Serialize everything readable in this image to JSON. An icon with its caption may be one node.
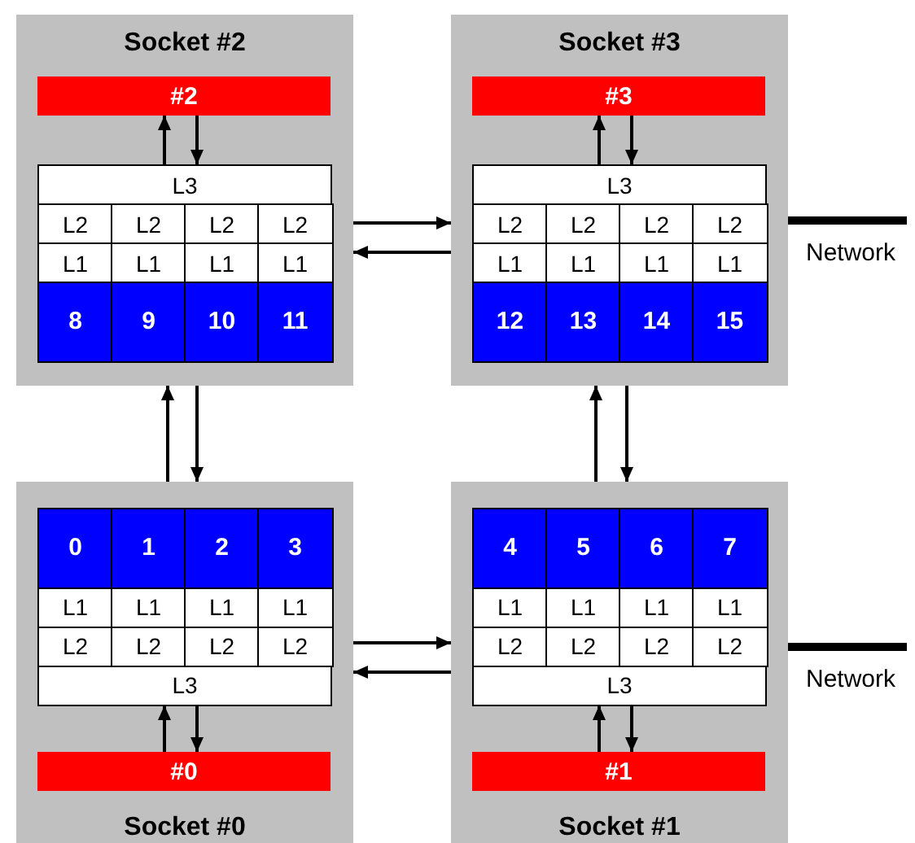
{
  "diagram": {
    "nodes": [
      {
        "text": [
          "Socket #2"
        ]
      },
      {
        "text": [
          "#2"
        ],
        "in": 0
      },
      {
        "text": [
          "L3"
        ],
        "in": 0
      },
      {
        "text": [
          "L2"
        ],
        "in": 0
      },
      {
        "text": [
          "L2"
        ],
        "in": 0
      },
      {
        "text": [
          "L2"
        ],
        "in": 0
      },
      {
        "text": [
          "L2"
        ],
        "in": 0
      },
      {
        "text": [
          "L1"
        ],
        "in": 0
      },
      {
        "text": [
          "L1"
        ],
        "in": 0
      },
      {
        "text": [
          "L1"
        ],
        "in": 0
      },
      {
        "text": [
          "L1"
        ],
        "in": 0
      },
      {
        "text": [
          "8"
        ],
        "in": 0
      },
      {
        "text": [
          "9"
        ],
        "in": 0
      },
      {
        "text": [
          "10"
        ],
        "in": 0
      },
      {
        "text": [
          "11"
        ],
        "in": 0
      },
      {
        "text": [
          "Socket #3"
        ]
      },
      {
        "text": [
          "#3"
        ],
        "in": 15
      },
      {
        "text": [
          "L3"
        ],
        "in": 15
      },
      {
        "text": [
          "L2"
        ],
        "in": 15
      },
      {
        "text": [
          "L2"
        ],
        "in": 15
      },
      {
        "text": [
          "L2"
        ],
        "in": 15
      },
      {
        "text": [
          "L2"
        ],
        "in": 15
      },
      {
        "text": [
          "L1"
        ],
        "in": 15
      },
      {
        "text": [
          "L1"
        ],
        "in": 15
      },
      {
        "text": [
          "L1"
        ],
        "in": 15
      },
      {
        "text": [
          "L1"
        ],
        "in": 15
      },
      {
        "text": [
          "12"
        ],
        "in": 15
      },
      {
        "text": [
          "13"
        ],
        "in": 15
      },
      {
        "text": [
          "14"
        ],
        "in": 15
      },
      {
        "text": [
          "15"
        ],
        "in": 15
      },
      {
        "text": [],
        "shape": "bar",
        "beside": [
          "Network"
        ]
      },
      {
        "text": [
          "Socket #0"
        ]
      },
      {
        "text": [
          "#0"
        ],
        "in": 31
      },
      {
        "text": [
          "L3"
        ],
        "in": 31
      },
      {
        "text": [
          "L2"
        ],
        "in": 31
      },
      {
        "text": [
          "L2"
        ],
        "in": 31
      },
      {
        "text": [
          "L2"
        ],
        "in": 31
      },
      {
        "text": [
          "L2"
        ],
        "in": 31
      },
      {
        "text": [
          "L1"
        ],
        "in": 31
      },
      {
        "text": [
          "L1"
        ],
        "in": 31
      },
      {
        "text": [
          "L1"
        ],
        "in": 31
      },
      {
        "text": [
          "L1"
        ],
        "in": 31
      },
      {
        "text": [
          "0"
        ],
        "in": 31
      },
      {
        "text": [
          "1"
        ],
        "in": 31
      },
      {
        "text": [
          "2"
        ],
        "in": 31
      },
      {
        "text": [
          "3"
        ],
        "in": 31
      },
      {
        "text": [
          "Socket #1"
        ]
      },
      {
        "text": [
          "#1"
        ],
        "in": 46
      },
      {
        "text": [
          "L3"
        ],
        "in": 46
      },
      {
        "text": [
          "L2"
        ],
        "in": 46
      },
      {
        "text": [
          "L2"
        ],
        "in": 46
      },
      {
        "text": [
          "L2"
        ],
        "in": 46
      },
      {
        "text": [
          "L2"
        ],
        "in": 46
      },
      {
        "text": [
          "L1"
        ],
        "in": 46
      },
      {
        "text": [
          "L1"
        ],
        "in": 46
      },
      {
        "text": [
          "L1"
        ],
        "in": 46
      },
      {
        "text": [
          "L1"
        ],
        "in": 46
      },
      {
        "text": [
          "4"
        ],
        "in": 46
      },
      {
        "text": [
          "5"
        ],
        "in": 46
      },
      {
        "text": [
          "6"
        ],
        "in": 46
      },
      {
        "text": [
          "7"
        ],
        "in": 46
      },
      {
        "text": [],
        "shape": "bar",
        "beside": [
          "Network"
        ]
      }
    ],
    "edges": [
      {
        "from": 2,
        "to": 1,
        "arrow": "to"
      },
      {
        "from": 1,
        "to": 2,
        "arrow": "to"
      },
      {
        "from": 17,
        "to": 16,
        "arrow": "to"
      },
      {
        "from": 16,
        "to": 17,
        "arrow": "to"
      },
      {
        "from": 0,
        "to": 15,
        "arrow": "to"
      },
      {
        "from": 15,
        "to": 0,
        "arrow": "to"
      },
      {
        "from": 31,
        "to": 0,
        "arrow": "to"
      },
      {
        "from": 0,
        "to": 31,
        "arrow": "to"
      },
      {
        "from": 46,
        "to": 15,
        "arrow": "to"
      },
      {
        "from": 15,
        "to": 46,
        "arrow": "to"
      },
      {
        "from": 32,
        "to": 33,
        "arrow": "to"
      },
      {
        "from": 33,
        "to": 32,
        "arrow": "to"
      },
      {
        "from": 47,
        "to": 48,
        "arrow": "to"
      },
      {
        "from": 48,
        "to": 47,
        "arrow": "to"
      },
      {
        "from": 31,
        "to": 46,
        "arrow": "to"
      },
      {
        "from": 46,
        "to": 31,
        "arrow": "to"
      }
    ]
  }
}
